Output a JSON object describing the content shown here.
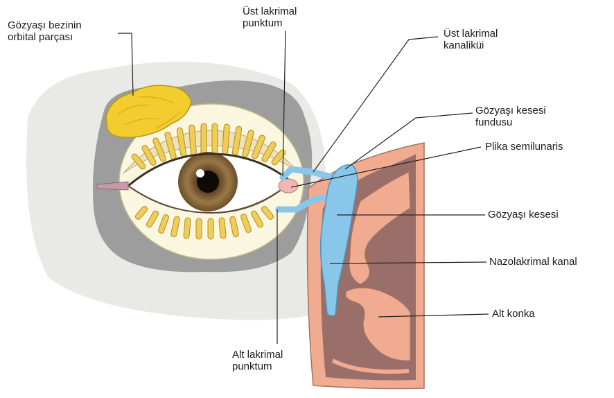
{
  "labels": {
    "orbital": [
      "Gözyaşı bezinin",
      "orbital parçası"
    ],
    "ust_punktum": [
      "Üst lakrimal",
      "punktum"
    ],
    "ust_kanalikul": [
      "Üst lakrimal",
      "kanaliküi"
    ],
    "fundus": [
      "Gözyaşı kesesi",
      "fundusu"
    ],
    "plika": "Plika semilunaris",
    "kese": "Gözyaşı kesesi",
    "nazolakrimal": "Nazolakrimal kanal",
    "alt_konka": "Alt konka",
    "alt_punktum": [
      "Alt lakrimal",
      "punktum"
    ]
  },
  "colors": {
    "skin": "#e9e9e6",
    "orbit": "#9d9d9d",
    "gland": "#f3cd2e",
    "sclera": "#fbf6df",
    "iris": "#8a6a3c",
    "duct": "#88c7ea",
    "nasal_dark": "#9a6f6a",
    "nasal_pink": "#f0ab90"
  }
}
